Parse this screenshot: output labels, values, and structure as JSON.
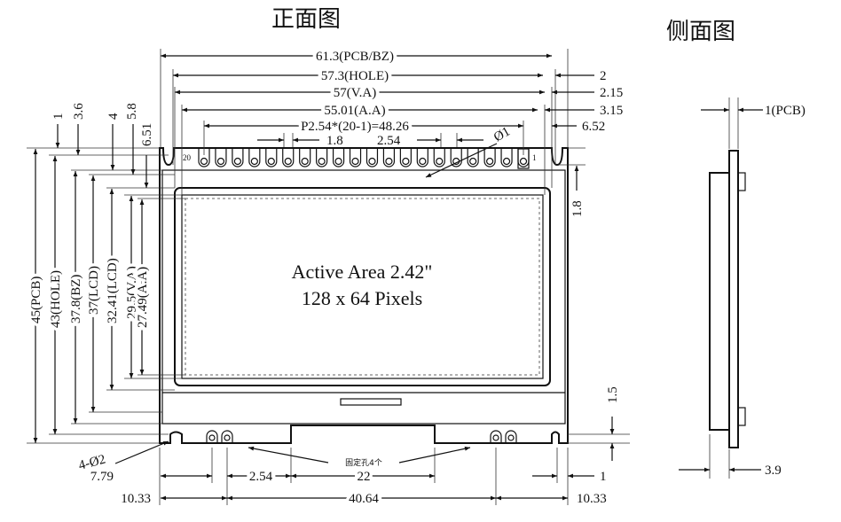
{
  "titles": {
    "front": "正面图",
    "side": "侧面图"
  },
  "active_area": {
    "line1": "Active Area 2.42\"",
    "line2": "128 x 64 Pixels"
  },
  "top_dims": {
    "pcb_bz": "61.3(PCB/BZ)",
    "hole": "57.3(HOLE)",
    "va": "57(V.A)",
    "aa": "55.01(A.A)",
    "pitch": "P2.54*(20-1)=48.26",
    "pin_w": "1.8",
    "pin_pitch": "2.54",
    "hole_dia": "Ø1"
  },
  "right_dims": {
    "d2": "2",
    "d215": "2.15",
    "d315": "3.15",
    "d652": "6.52",
    "d18": "1.8",
    "d15": "1.5"
  },
  "left_dims": {
    "d1": "1",
    "d36": "3.6",
    "d4": "4",
    "d58": "5.8",
    "d651": "6.51",
    "pcb": "45(PCB)",
    "hole": "43(HOLE)",
    "bz": "37.8(BZ)",
    "lcd": "37(LCD)",
    "lcd2": "32.41(LCD)",
    "va": "29.5(V.A)",
    "aa": "27.49(A.A)"
  },
  "pins": {
    "first": "20",
    "last": "1",
    "count": 20
  },
  "bottom_dims": {
    "mount": "4-Ø2",
    "d779": "7.79",
    "d254": "2.54",
    "d22": "22",
    "d1": "1",
    "d1033l": "10.33",
    "d4064": "40.64",
    "d1033r": "10.33",
    "fix_holes": "固定孔4个"
  },
  "side_dims": {
    "pcb": "1(PCB)",
    "thick": "3.9"
  }
}
